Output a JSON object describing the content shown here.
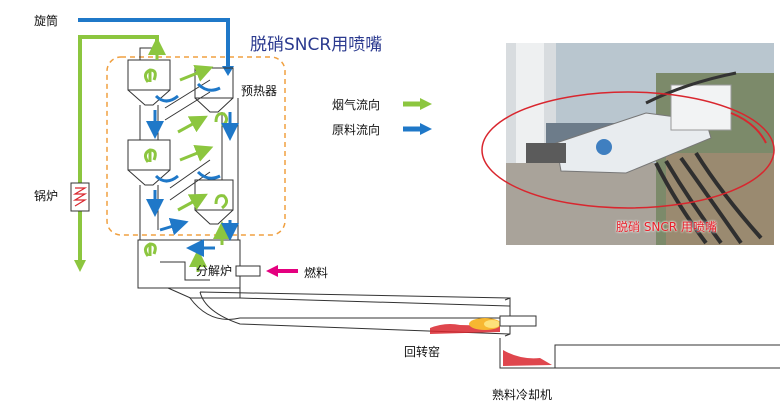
{
  "labels": {
    "cyclone": "旋筒",
    "preheater": "预热器",
    "boiler": "锅炉",
    "calciner": "分解炉",
    "fuel": "燃料",
    "kiln": "回转窑",
    "cooler": "熟料冷却机"
  },
  "title": "脱硝SNCR用喷嘴",
  "legend": {
    "gas_flow": "烟气流向",
    "material_flow": "原料流向"
  },
  "photo_caption": "脱硝 SNCR 用喷嘴",
  "colors": {
    "gas_flow": "#8cc63f",
    "material_flow": "#1f78c8",
    "fuel_arrow": "#e4007f",
    "dashed_box": "#f0a040",
    "highlight_ellipse": "#d9262e",
    "title": "#2b3a8f"
  }
}
